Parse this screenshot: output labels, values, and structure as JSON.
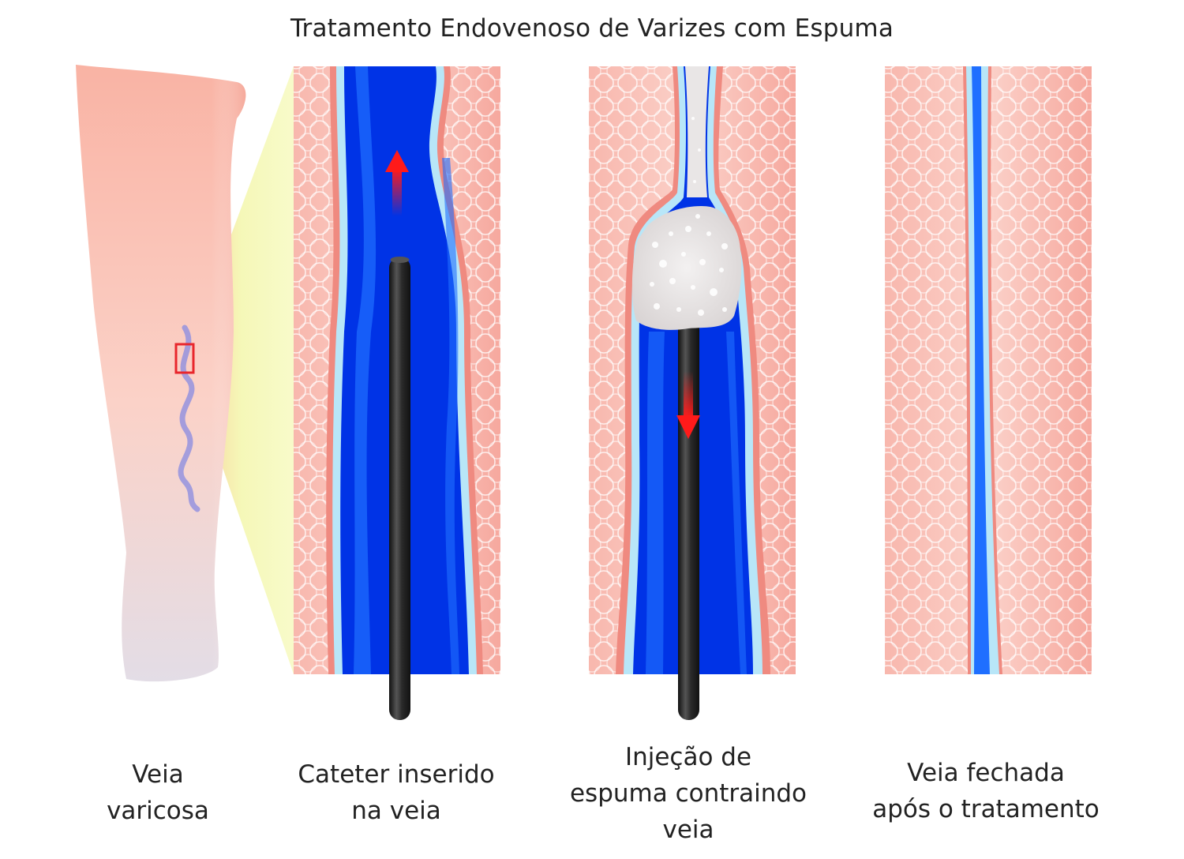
{
  "title": "Tratamento Endovenoso de Varizes com Espuma",
  "captions": [
    {
      "lines": [
        "Veia",
        "varicosa"
      ]
    },
    {
      "lines": [
        "Cateter inserido",
        "na veia"
      ]
    },
    {
      "lines": [
        "Injeção de",
        "espuma contraindo",
        "veia"
      ]
    },
    {
      "lines": [
        "Veia fechada",
        "após o tratamento"
      ]
    }
  ],
  "colors": {
    "tissue": "#f9c7bf",
    "tissue_edge": "#ef8a80",
    "vein_blue": "#0033e6",
    "vein_light": "#1f6fff",
    "vein_wall": "#b8e6f8",
    "catheter": "#2b2b2b",
    "foam": "#e9e6e6",
    "arrow_red": "#ff1a1a",
    "highlight_box": "#e8262c",
    "zoom_cone": "#f4f7b0"
  },
  "icons": [
    "leg-illustration",
    "catheter",
    "foam-mass",
    "up-arrow-icon",
    "down-arrow-icon"
  ]
}
